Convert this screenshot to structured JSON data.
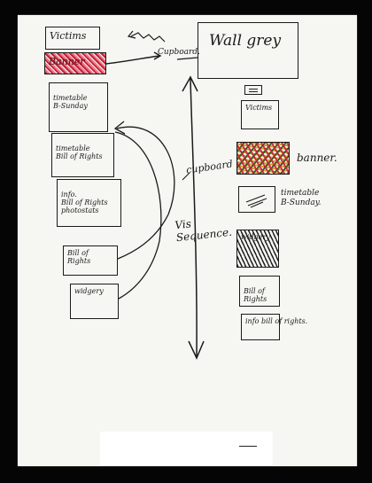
{
  "left_column": [
    {
      "id": "victims",
      "label": "Victims",
      "style": "plain"
    },
    {
      "id": "banner",
      "label": "Banner",
      "style": "hatch-red"
    },
    {
      "id": "timetable_b_sunday",
      "label": "timetable\nB-Sunday",
      "style": "plain"
    },
    {
      "id": "timetable_bill_rights",
      "label": "timetable\nBill of Rights",
      "style": "plain"
    },
    {
      "id": "info_bill_rights_photos",
      "label": "info.\nBill of Rights\nphotostats",
      "style": "plain"
    },
    {
      "id": "bill_rights",
      "label": "Bill of Rights",
      "style": "plain"
    },
    {
      "id": "widgery",
      "label": "widgery",
      "style": "plain"
    }
  ],
  "wall_grey": {
    "label": "Wall grey"
  },
  "right_column": [
    {
      "id": "r_victims",
      "label": "Victims",
      "style": "plain"
    },
    {
      "id": "r_banner",
      "label": "",
      "style": "hatch-multi"
    },
    {
      "id": "r_timetable",
      "label": "",
      "style": "plain"
    },
    {
      "id": "r_widgery",
      "label": "widgery",
      "style": "hatch-black"
    },
    {
      "id": "r_bill_rights",
      "label": "Bill of\nRights",
      "style": "plain"
    },
    {
      "id": "r_info_bill_rights",
      "label": "info bill of rights.",
      "style": "plain"
    }
  ],
  "annotations": {
    "cupboard_top": "Cupboard.",
    "cupboard_mid": "cupboard",
    "sequence": "Vis\nSequence.",
    "banner_note": "banner.",
    "timetable_note": "timetable\nB-Sunday."
  },
  "colors": {
    "paper": "#f6f6f2",
    "ink": "#1a1a1a",
    "red": "#c4223a",
    "green": "#2f5a1c",
    "amber": "#d29a1c",
    "background": "#050505"
  }
}
